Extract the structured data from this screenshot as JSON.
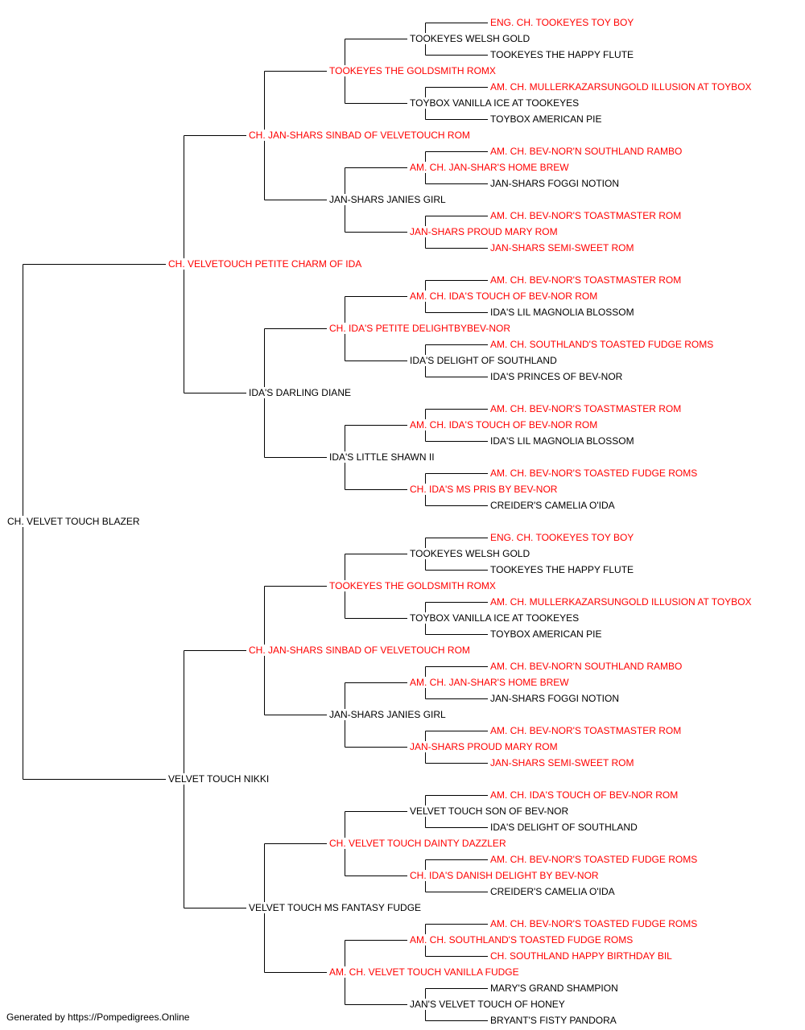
{
  "colors": {
    "champion": "#ff0000",
    "plain": "#000000",
    "lines": "#000000"
  },
  "footer": "Generated by https://Pompedigrees.Online",
  "pedigree": {
    "name": "CH. VELVET TOUCH BLAZER",
    "highlight": false,
    "sire": {
      "name": "CH. VELVETOUCH PETITE CHARM OF IDA",
      "highlight": true,
      "sire": {
        "name": "CH. JAN-SHARS SINBAD OF VELVETOUCH ROM",
        "highlight": true,
        "sire": {
          "name": "TOOKEYES THE GOLDSMITH ROMX",
          "highlight": true,
          "sire": {
            "name": "TOOKEYES WELSH GOLD",
            "highlight": false,
            "sire": {
              "name": "ENG. CH. TOOKEYES TOY BOY",
              "highlight": true
            },
            "dam": {
              "name": "TOOKEYES THE HAPPY FLUTE",
              "highlight": false
            }
          },
          "dam": {
            "name": "TOYBOX VANILLA ICE AT TOOKEYES",
            "highlight": false,
            "sire": {
              "name": "AM. CH. MULLERKAZARSUNGOLD ILLUSION AT TOYBOX",
              "highlight": true
            },
            "dam": {
              "name": "TOYBOX AMERICAN PIE",
              "highlight": false
            }
          }
        },
        "dam": {
          "name": "JAN-SHARS JANIES GIRL",
          "highlight": false,
          "sire": {
            "name": "AM. CH. JAN-SHAR'S HOME BREW",
            "highlight": true,
            "sire": {
              "name": "AM. CH. BEV-NOR'N SOUTHLAND RAMBO",
              "highlight": true
            },
            "dam": {
              "name": "JAN-SHARS FOGGI NOTION",
              "highlight": false
            }
          },
          "dam": {
            "name": "JAN-SHARS PROUD MARY ROM",
            "highlight": true,
            "sire": {
              "name": "AM. CH. BEV-NOR'S TOASTMASTER ROM",
              "highlight": true
            },
            "dam": {
              "name": "JAN-SHARS SEMI-SWEET ROM",
              "highlight": true
            }
          }
        }
      },
      "dam": {
        "name": "IDA'S DARLING DIANE",
        "highlight": false,
        "sire": {
          "name": "CH. IDA'S PETITE DELIGHTBYBEV-NOR",
          "highlight": true,
          "sire": {
            "name": "AM. CH. IDA'S TOUCH OF BEV-NOR ROM",
            "highlight": true,
            "sire": {
              "name": "AM. CH. BEV-NOR'S TOASTMASTER ROM",
              "highlight": true
            },
            "dam": {
              "name": "IDA'S LIL MAGNOLIA BLOSSOM",
              "highlight": false
            }
          },
          "dam": {
            "name": "IDA'S DELIGHT OF SOUTHLAND",
            "highlight": false,
            "sire": {
              "name": "AM. CH. SOUTHLAND'S TOASTED FUDGE ROMS",
              "highlight": true
            },
            "dam": {
              "name": "IDA'S PRINCES OF BEV-NOR",
              "highlight": false
            }
          }
        },
        "dam": {
          "name": "IDA'S LITTLE SHAWN II",
          "highlight": false,
          "sire": {
            "name": "AM. CH. IDA'S TOUCH OF BEV-NOR ROM",
            "highlight": true,
            "sire": {
              "name": "AM. CH. BEV-NOR'S TOASTMASTER ROM",
              "highlight": true
            },
            "dam": {
              "name": "IDA'S LIL MAGNOLIA BLOSSOM",
              "highlight": false
            }
          },
          "dam": {
            "name": "CH. IDA'S MS PRIS BY BEV-NOR",
            "highlight": true,
            "sire": {
              "name": "AM. CH. BEV-NOR'S TOASTED FUDGE ROMS",
              "highlight": true
            },
            "dam": {
              "name": "CREIDER'S CAMELIA O'IDA",
              "highlight": false
            }
          }
        }
      }
    },
    "dam": {
      "name": "VELVET TOUCH NIKKI",
      "highlight": false,
      "sire": {
        "name": "CH. JAN-SHARS SINBAD OF VELVETOUCH ROM",
        "highlight": true,
        "sire": {
          "name": "TOOKEYES THE GOLDSMITH ROMX",
          "highlight": true,
          "sire": {
            "name": "TOOKEYES WELSH GOLD",
            "highlight": false,
            "sire": {
              "name": "ENG. CH. TOOKEYES TOY BOY",
              "highlight": true
            },
            "dam": {
              "name": "TOOKEYES THE HAPPY FLUTE",
              "highlight": false
            }
          },
          "dam": {
            "name": "TOYBOX VANILLA ICE AT TOOKEYES",
            "highlight": false,
            "sire": {
              "name": "AM. CH. MULLERKAZARSUNGOLD ILLUSION AT TOYBOX",
              "highlight": true
            },
            "dam": {
              "name": "TOYBOX AMERICAN PIE",
              "highlight": false
            }
          }
        },
        "dam": {
          "name": "JAN-SHARS JANIES GIRL",
          "highlight": false,
          "sire": {
            "name": "AM. CH. JAN-SHAR'S HOME BREW",
            "highlight": true,
            "sire": {
              "name": "AM. CH. BEV-NOR'N SOUTHLAND RAMBO",
              "highlight": true
            },
            "dam": {
              "name": "JAN-SHARS FOGGI NOTION",
              "highlight": false
            }
          },
          "dam": {
            "name": "JAN-SHARS PROUD MARY ROM",
            "highlight": true,
            "sire": {
              "name": "AM. CH. BEV-NOR'S TOASTMASTER ROM",
              "highlight": true
            },
            "dam": {
              "name": "JAN-SHARS SEMI-SWEET ROM",
              "highlight": true
            }
          }
        }
      },
      "dam": {
        "name": "VELVET TOUCH MS FANTASY FUDGE",
        "highlight": false,
        "sire": {
          "name": "CH. VELVET TOUCH DAINTY DAZZLER",
          "highlight": true,
          "sire": {
            "name": "VELVET TOUCH SON OF BEV-NOR",
            "highlight": false,
            "sire": {
              "name": "AM. CH. IDA'S TOUCH OF BEV-NOR ROM",
              "highlight": true
            },
            "dam": {
              "name": "IDA'S DELIGHT OF SOUTHLAND",
              "highlight": false
            }
          },
          "dam": {
            "name": "CH. IDA'S DANISH DELIGHT BY BEV-NOR",
            "highlight": true,
            "sire": {
              "name": "AM. CH. BEV-NOR'S TOASTED FUDGE ROMS",
              "highlight": true
            },
            "dam": {
              "name": "CREIDER'S CAMELIA O'IDA",
              "highlight": false
            }
          }
        },
        "dam": {
          "name": "AM. CH. VELVET TOUCH VANILLA FUDGE",
          "highlight": true,
          "sire": {
            "name": "AM. CH. SOUTHLAND'S TOASTED FUDGE ROMS",
            "highlight": true,
            "sire": {
              "name": "AM. CH. BEV-NOR'S TOASTED FUDGE ROMS",
              "highlight": true
            },
            "dam": {
              "name": "CH. SOUTHLAND HAPPY BIRTHDAY BIL",
              "highlight": true
            }
          },
          "dam": {
            "name": "JAN'S VELVET TOUCH OF HONEY",
            "highlight": false,
            "sire": {
              "name": "MARY'S GRAND SHAMPION",
              "highlight": false
            },
            "dam": {
              "name": "BRYANT'S FISTY PANDORA",
              "highlight": false
            }
          }
        }
      }
    }
  }
}
